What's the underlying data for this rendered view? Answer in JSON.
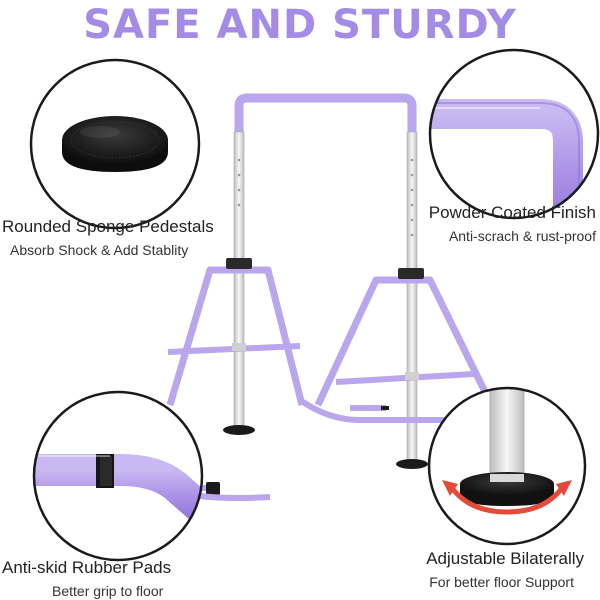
{
  "title": "SAFE AND STURDY",
  "features": {
    "top_left": {
      "heading": "Rounded Sponge Pedestals",
      "subtext": "Absorb Shock & Add Stablity"
    },
    "top_right": {
      "heading": "Powder Coated Finish",
      "subtext": "Anti-scrach & rust-proof"
    },
    "bottom_left": {
      "heading": "Anti-skid Rubber Pads",
      "subtext": "Better grip to floor"
    },
    "bottom_right": {
      "heading": "Adjustable Bilaterally",
      "subtext": "For better floor Support"
    }
  },
  "colors": {
    "accent": "#a48ce6",
    "frame": "#b9a6ec",
    "steel": "#e6e6e6",
    "rubber": "#222222",
    "arrow": "#e34a3a"
  }
}
